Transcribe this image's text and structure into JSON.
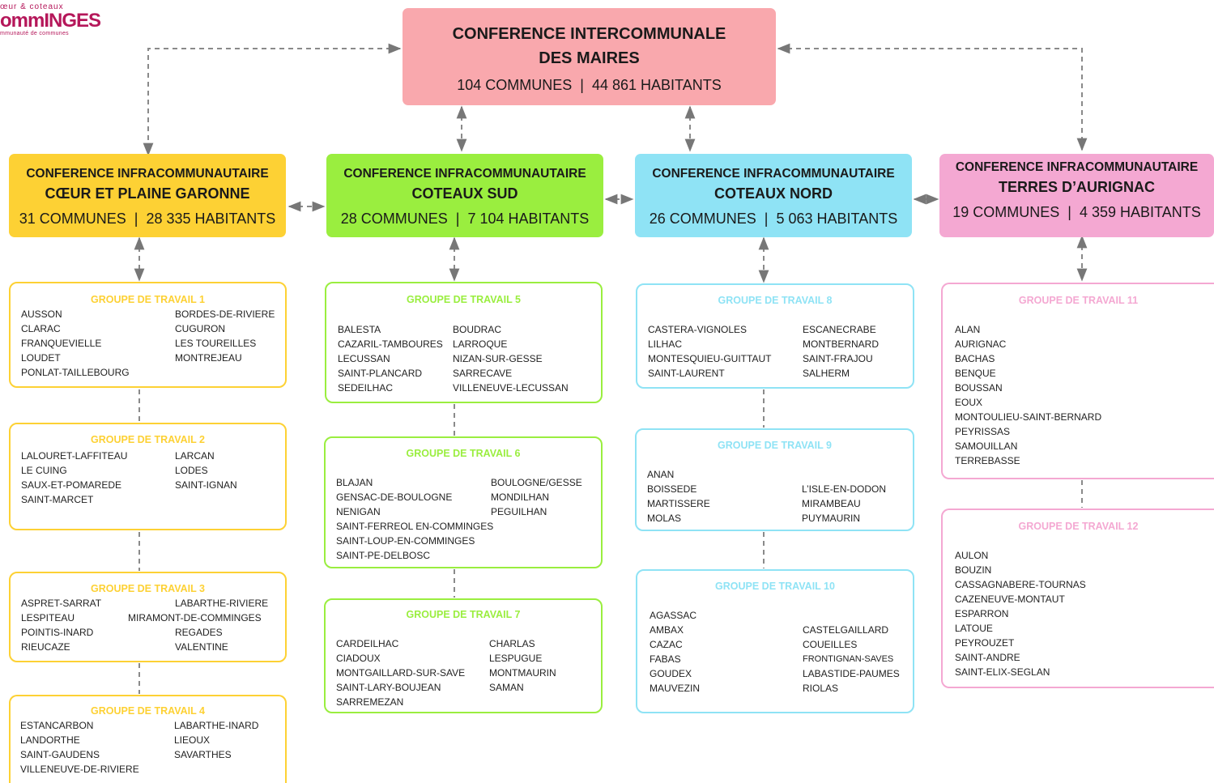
{
  "logo": {
    "line1": "œur & coteaux",
    "line2": "ommINGES",
    "line3": "mmunauté de communes"
  },
  "main": {
    "title1": "CONFERENCE INTERCOMMUNALE",
    "title2": "DES MAIRES",
    "communes": "104 COMMUNES",
    "separator": "|",
    "habitants": "44 861 HABITANTS",
    "color": "#f9a8ad"
  },
  "conferences": [
    {
      "title1": "CONFERENCE INFRACOMMUNAUTAIRE",
      "title2": "CŒUR ET PLAINE GARONNE",
      "communes": "31 COMMUNES",
      "habitants": "28 335 HABITANTS",
      "color": "#fdd134"
    },
    {
      "title1": "CONFERENCE INFRACOMMUNAUTAIRE",
      "title2": "COTEAUX SUD",
      "communes": "28 COMMUNES",
      "habitants": "7 104 HABITANTS",
      "color": "#9aee3f"
    },
    {
      "title1": "CONFERENCE INFRACOMMUNAUTAIRE",
      "title2": "COTEAUX NORD",
      "communes": "26 COMMUNES",
      "habitants": "5 063 HABITANTS",
      "color": "#8fe3f5"
    },
    {
      "title1": "CONFERENCE INFRACOMMUNAUTAIRE",
      "title2": "TERRES D’AURIGNAC",
      "communes": "19 COMMUNES",
      "habitants": "4 359 HABITANTS",
      "color": "#f4a8d2"
    }
  ],
  "groups": [
    {
      "title": "GROUPE DE TRAVAIL 1",
      "left": [
        "AUSSON",
        "CLARAC",
        "FRANQUEVIELLE",
        "LOUDET",
        "PONLAT-TAILLEBOURG"
      ],
      "right": [
        "BORDES-DE-RIVIERE",
        "CUGURON",
        "LES TOUREILLES",
        "MONTREJEAU"
      ]
    },
    {
      "title": "GROUPE DE TRAVAIL 2",
      "left": [
        "LALOURET-LAFFITEAU",
        "LE CUING",
        "SAUX-ET-POMAREDE",
        "SAINT-MARCET"
      ],
      "right": [
        "LARCAN",
        "LODES",
        "SAINT-IGNAN"
      ]
    },
    {
      "title": "GROUPE DE TRAVAIL 3",
      "left": [
        "ASPRET-SARRAT",
        "LESPITEAU",
        "POINTIS-INARD",
        "RIEUCAZE"
      ],
      "right": [
        "LABARTHE-RIVIERE",
        "MIRAMONT-DE-COMMINGES",
        "REGADES",
        "VALENTINE"
      ]
    },
    {
      "title": "GROUPE DE TRAVAIL 4",
      "left": [
        "ESTANCARBON",
        "LANDORTHE",
        "SAINT-GAUDENS",
        "VILLENEUVE-DE-RIVIERE"
      ],
      "right": [
        "LABARTHE-INARD",
        "LIEOUX",
        "SAVARTHES"
      ]
    },
    {
      "title": "GROUPE DE TRAVAIL 5",
      "left": [
        "BALESTA",
        "CAZARIL-TAMBOURES",
        "LECUSSAN",
        "SAINT-PLANCARD",
        "SEDEILHAC"
      ],
      "right": [
        "BOUDRAC",
        "LARROQUE",
        "NIZAN-SUR-GESSE",
        "SARRECAVE",
        "VILLENEUVE-LECUSSAN"
      ]
    },
    {
      "title": "GROUPE DE TRAVAIL 6",
      "left": [
        "BLAJAN",
        "GENSAC-DE-BOULOGNE",
        "NENIGAN",
        "SAINT-FERREOL EN-COMMINGES",
        "SAINT-LOUP-EN-COMMINGES",
        "SAINT-PE-DELBOSC"
      ],
      "right": [
        "BOULOGNE/GESSE",
        "MONDILHAN",
        "PEGUILHAN"
      ]
    },
    {
      "title": "GROUPE DE TRAVAIL 7",
      "left": [
        "CARDEILHAC",
        "CIADOUX",
        "MONTGAILLARD-SUR-SAVE",
        "SAINT-LARY-BOUJEAN",
        "SARREMEZAN"
      ],
      "right": [
        "CHARLAS",
        "LESPUGUE",
        "MONTMAURIN",
        "SAMAN"
      ]
    },
    {
      "title": "GROUPE DE TRAVAIL 8",
      "left": [
        "CASTERA-VIGNOLES",
        "LILHAC",
        "MONTESQUIEU-GUITTAUT",
        "SAINT-LAURENT"
      ],
      "right": [
        "ESCANECRABE",
        "MONTBERNARD",
        "SAINT-FRAJOU",
        "SALHERM"
      ]
    },
    {
      "title": "GROUPE DE TRAVAIL 9",
      "left": [
        "ANAN",
        "BOISSEDE",
        "MARTISSERE",
        "MOLAS"
      ],
      "right": [
        "",
        "L’ISLE-EN-DODON",
        "MIRAMBEAU",
        "PUYMAURIN"
      ]
    },
    {
      "title": "GROUPE DE TRAVAIL 10",
      "left": [
        "AGASSAC",
        "AMBAX",
        "CAZAC",
        "FABAS",
        "GOUDEX",
        "MAUVEZIN"
      ],
      "right": [
        "",
        "CASTELGAILLARD",
        "COUEILLES",
        "FRONTIGNAN-SAVES",
        "LABASTIDE-PAUMES",
        "RIOLAS"
      ]
    },
    {
      "title": "GROUPE DE TRAVAIL 11",
      "left": [
        "ALAN",
        "AURIGNAC",
        "BACHAS",
        "BENQUE",
        "BOUSSAN",
        "EOUX",
        "MONTOULIEU-SAINT-BERNARD",
        "PEYRISSAS",
        "SAMOUILLAN",
        "TERREBASSE"
      ],
      "right": []
    },
    {
      "title": "GROUPE DE TRAVAIL 12",
      "left": [
        "AULON",
        "BOUZIN",
        "CASSAGNABERE-TOURNAS",
        "CAZENEUVE-MONTAUT",
        "ESPARRON",
        "LATOUE",
        "PEYROUZET",
        "SAINT-ANDRE",
        "SAINT-ELIX-SEGLAN"
      ],
      "right": []
    }
  ]
}
